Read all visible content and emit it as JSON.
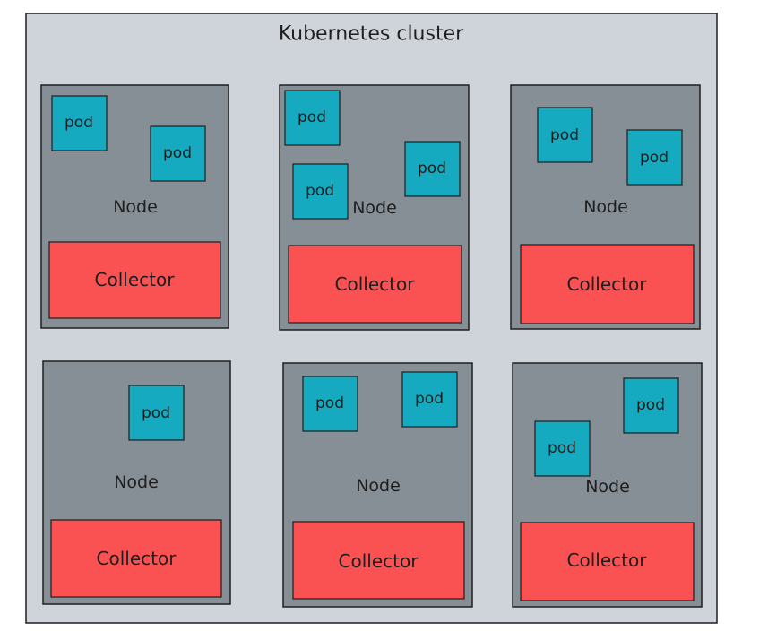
{
  "cluster": {
    "title": "Kubernetes cluster",
    "colors": {
      "cluster_fill": "#ced4da",
      "node_fill": "#868e96",
      "pod_fill": "#15aabf",
      "collector_fill": "#fa5252",
      "stroke": "#1e1e1e"
    },
    "nodes": [
      {
        "label": "Node",
        "collector_label": "Collector",
        "pods": [
          {
            "label": "pod"
          },
          {
            "label": "pod"
          }
        ]
      },
      {
        "label": "Node",
        "collector_label": "Collector",
        "pods": [
          {
            "label": "pod"
          },
          {
            "label": "pod"
          },
          {
            "label": "pod"
          }
        ]
      },
      {
        "label": "Node",
        "collector_label": "Collector",
        "pods": [
          {
            "label": "pod"
          },
          {
            "label": "pod"
          }
        ]
      },
      {
        "label": "Node",
        "collector_label": "Collector",
        "pods": [
          {
            "label": "pod"
          }
        ]
      },
      {
        "label": "Node",
        "collector_label": "Collector",
        "pods": [
          {
            "label": "pod"
          },
          {
            "label": "pod"
          }
        ]
      },
      {
        "label": "Node",
        "collector_label": "Collector",
        "pods": [
          {
            "label": "pod"
          },
          {
            "label": "pod"
          }
        ]
      }
    ]
  }
}
